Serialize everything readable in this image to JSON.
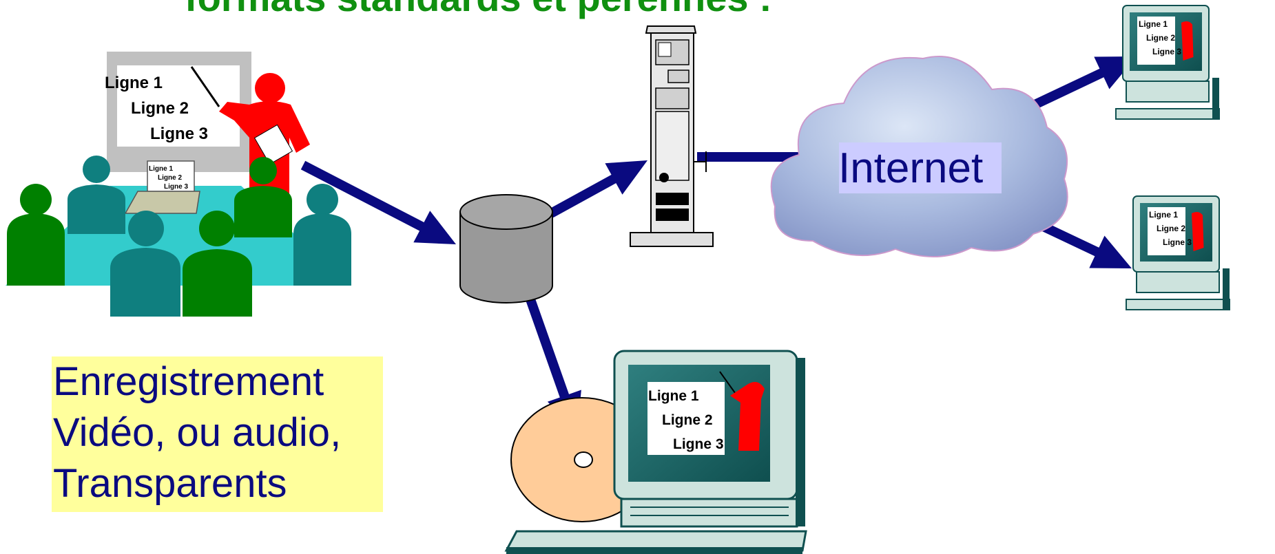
{
  "title": "formats standards et pérennes :",
  "caption": {
    "line1": "Enregistrement",
    "line2": "Vidéo, ou audio,",
    "line3": "Transparents"
  },
  "internet_label": "Internet",
  "slide_lines": [
    "Ligne 1",
    "Ligne 2",
    "Ligne 3"
  ],
  "colors": {
    "arrow": "#0a0a80",
    "title": "#109010",
    "caption_bg": "#ffff9c",
    "presenter": "#ff0000",
    "cloud": "#a7b8e0"
  },
  "icons": [
    "presentation-meeting-icon",
    "database-icon",
    "server-tower-icon",
    "cloud-icon",
    "computer-monitor-icon",
    "cd-disc-icon"
  ]
}
